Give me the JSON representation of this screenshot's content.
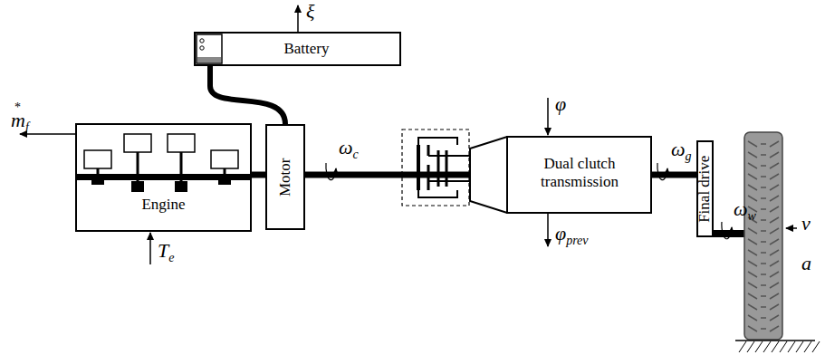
{
  "diagram": {
    "nodes": [
      {
        "text": [
          "Battery"
        ]
      },
      {
        "text": [
          "Engine"
        ]
      },
      {
        "text": [
          "Motor"
        ]
      },
      {
        "text": [
          "Dual clutch transmission"
        ]
      },
      {
        "text": [
          "Final drive"
        ]
      }
    ],
    "edges": [
      {
        "from": 1,
        "to": 2,
        "arrow": "none"
      },
      {
        "from": 0,
        "to": 2,
        "arrow": "none"
      },
      {
        "from": 2,
        "to": 3,
        "arrow": "none"
      },
      {
        "from": 3,
        "to": 4,
        "arrow": "none"
      }
    ],
    "labels": [
      "ξ",
      "m*f",
      "Te",
      "ωc",
      "φ",
      "φprev",
      "ωg",
      "ωw",
      "v",
      "a"
    ]
  }
}
